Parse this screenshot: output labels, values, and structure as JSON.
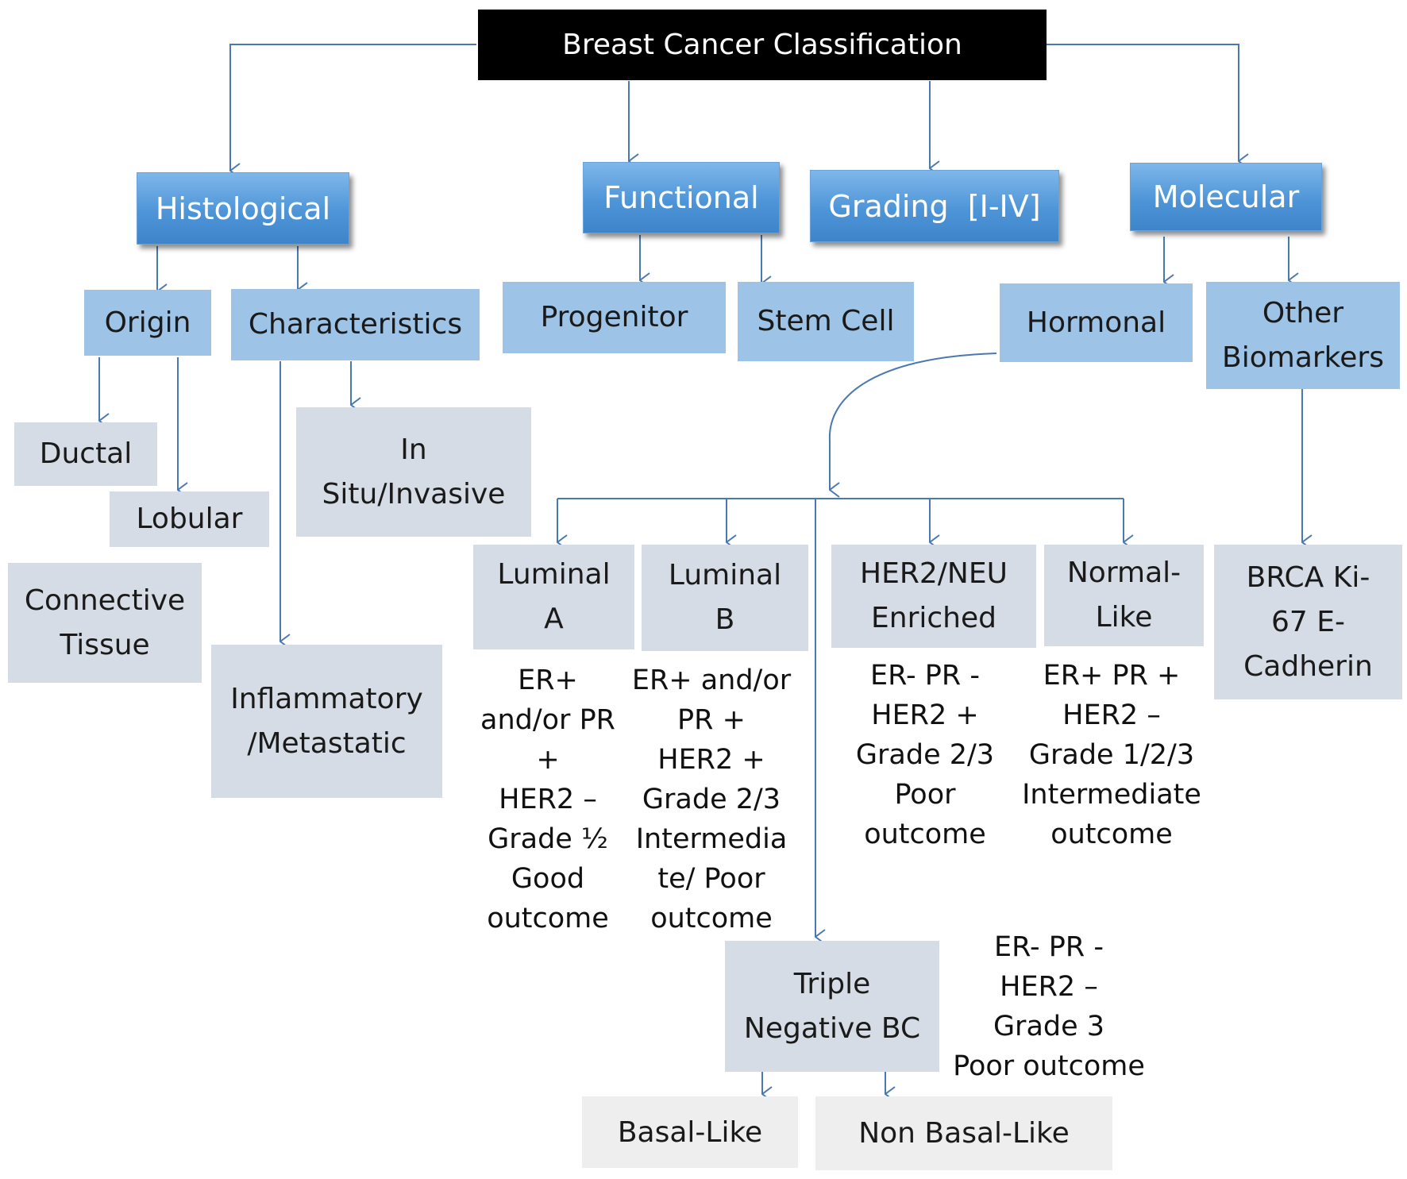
{
  "title": "Breast Cancer Classification",
  "categories": {
    "histological": "Histological",
    "functional": "Functional",
    "grading": "Grading  [I-IV]",
    "molecular": "Molecular"
  },
  "histological": {
    "origin": "Origin",
    "characteristics": "Characteristics",
    "ductal": "Ductal",
    "lobular": "Lobular",
    "connective_tissue": [
      "Connective",
      "Tissue"
    ],
    "in_situ_invasive": [
      "In",
      "Situ/Invasive"
    ],
    "inflammatory_metastatic": [
      "Inflammatory",
      "/Metastatic"
    ]
  },
  "functional": {
    "progenitor": "Progenitor",
    "stem_cell": "Stem Cell"
  },
  "molecular": {
    "hormonal": "Hormonal",
    "other_biomarkers": [
      "Other",
      "Biomarkers"
    ],
    "biomarkers": [
      "BRCA Ki-",
      "67 E-",
      "Cadherin"
    ]
  },
  "subtypes": {
    "luminal_a": [
      "Luminal",
      "A"
    ],
    "luminal_b": [
      "Luminal",
      "B"
    ],
    "her2_neu": [
      "HER2/NEU",
      "Enriched"
    ],
    "normal_like": [
      "Normal-",
      "Like"
    ],
    "triple_negative": [
      "Triple",
      "Negative BC"
    ]
  },
  "notes": {
    "luminal_a": [
      "ER+",
      "and/or PR",
      "+",
      "HER2 –",
      "Grade ½",
      "Good",
      "outcome"
    ],
    "luminal_b": [
      "ER+ and/or",
      "PR +",
      "HER2 +",
      "Grade 2/3",
      "Intermedia",
      "te/ Poor",
      "outcome"
    ],
    "her2_neu": [
      "ER- PR -",
      "HER2 +",
      "Grade 2/3",
      "Poor",
      "outcome"
    ],
    "normal_like": [
      "ER+ PR +",
      "HER2 –",
      "Grade 1/2/3",
      "Intermediate",
      "outcome"
    ],
    "triple_negative": [
      "ER- PR -",
      "HER2 –",
      "Grade 3",
      "Poor outcome"
    ]
  },
  "triple_negative_children": {
    "basal_like": "Basal-Like",
    "non_basal_like": "Non Basal-Like"
  },
  "colors": {
    "title_bg": "#000000",
    "category_blue": "#4e95d8",
    "light_blue": "#9dc3e6",
    "grey_blue": "#d6dce5",
    "light_grey": "#eeeeee",
    "connector": "#4a78b0"
  }
}
